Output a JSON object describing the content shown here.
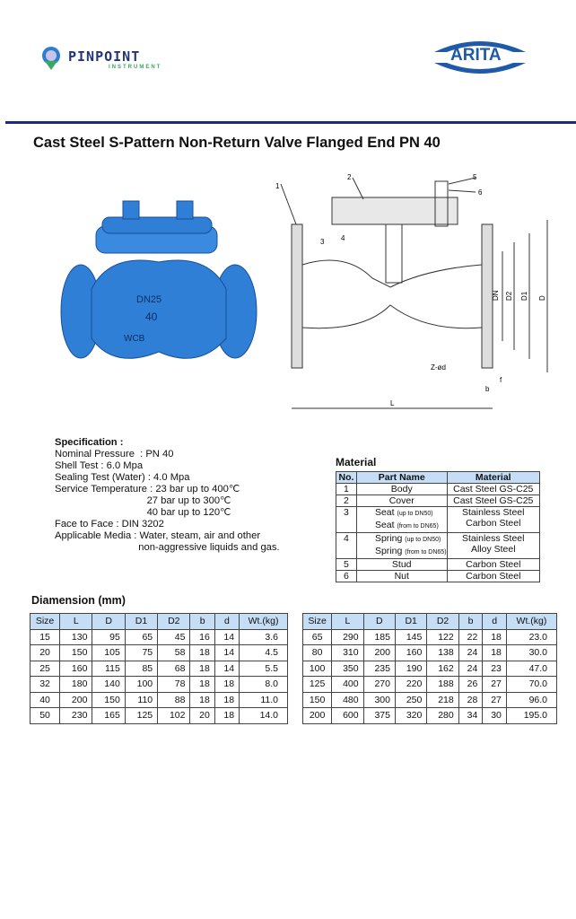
{
  "header": {
    "brand_left": "PINPOINT",
    "brand_left_sub": "INSTRUMENT",
    "brand_right": "ARITA"
  },
  "title": "Cast Steel S-Pattern Non-Return Valve Flanged End PN 40",
  "photo": {
    "markings": [
      "DN25",
      "40",
      "WCB"
    ]
  },
  "drawing": {
    "callouts": [
      "1",
      "2",
      "3",
      "4",
      "5",
      "6"
    ],
    "dims": [
      "DN",
      "D2",
      "D1",
      "D",
      "L",
      "b",
      "f",
      "Z-ød"
    ]
  },
  "spec": {
    "heading": "Specification :",
    "lines": [
      "Nominal Pressure  : PN 40",
      "Shell Test : 6.0 Mpa",
      "Sealing Test (Water) : 4.0 Mpa",
      "Service Temperature : 23 bar up to 400℃",
      "                                 27 bar up to 300℃",
      "                                 40 bar up to 120℃",
      "Face to Face : DIN 3202",
      "Applicable Media : Water, steam, air and other",
      "                              non-aggressive liquids and gas."
    ]
  },
  "material": {
    "title": "Material",
    "headers": [
      "No.",
      "Part Name",
      "Material"
    ],
    "rows": [
      {
        "no": "1",
        "name": "Body",
        "note": "",
        "name2": "",
        "note2": "",
        "mat": "Cast Steel GS-C25",
        "mat2": ""
      },
      {
        "no": "2",
        "name": "Cover",
        "note": "",
        "name2": "",
        "note2": "",
        "mat": "Cast Steel GS-C25",
        "mat2": ""
      },
      {
        "no": "3",
        "name": "Seat",
        "note": "(up to DN50)",
        "name2": "Seat",
        "note2": "(from to DN65)",
        "mat": "Stainless Steel",
        "mat2": "Carbon Steel"
      },
      {
        "no": "4",
        "name": "Spring",
        "note": "(up to DN50)",
        "name2": "Spring",
        "note2": "(from to DN65)",
        "mat": "Stainless Steel",
        "mat2": "Alloy Steel"
      },
      {
        "no": "5",
        "name": "Stud",
        "note": "",
        "name2": "",
        "note2": "",
        "mat": "Carbon Steel",
        "mat2": ""
      },
      {
        "no": "6",
        "name": "Nut",
        "note": "",
        "name2": "",
        "note2": "",
        "mat": "Carbon Steel",
        "mat2": ""
      }
    ]
  },
  "dimension": {
    "title": "Diamension (mm)",
    "headers": [
      "Size",
      "L",
      "D",
      "D1",
      "D2",
      "b",
      "d",
      "Wt.(kg)"
    ],
    "left": [
      [
        "15",
        "130",
        "95",
        "65",
        "45",
        "16",
        "14",
        "3.6"
      ],
      [
        "20",
        "150",
        "105",
        "75",
        "58",
        "18",
        "14",
        "4.5"
      ],
      [
        "25",
        "160",
        "115",
        "85",
        "68",
        "18",
        "14",
        "5.5"
      ],
      [
        "32",
        "180",
        "140",
        "100",
        "78",
        "18",
        "18",
        "8.0"
      ],
      [
        "40",
        "200",
        "150",
        "110",
        "88",
        "18",
        "18",
        "11.0"
      ],
      [
        "50",
        "230",
        "165",
        "125",
        "102",
        "20",
        "18",
        "14.0"
      ]
    ],
    "right": [
      [
        "65",
        "290",
        "185",
        "145",
        "122",
        "22",
        "18",
        "23.0"
      ],
      [
        "80",
        "310",
        "200",
        "160",
        "138",
        "24",
        "18",
        "30.0"
      ],
      [
        "100",
        "350",
        "235",
        "190",
        "162",
        "24",
        "23",
        "47.0"
      ],
      [
        "125",
        "400",
        "270",
        "220",
        "188",
        "26",
        "27",
        "70.0"
      ],
      [
        "150",
        "480",
        "300",
        "250",
        "218",
        "28",
        "27",
        "96.0"
      ],
      [
        "200",
        "600",
        "375",
        "320",
        "280",
        "34",
        "30",
        "195.0"
      ]
    ]
  },
  "colors": {
    "rule": "#1c2a86",
    "table_header": "#c6ddf6",
    "valve_blue": "#2f7fd6",
    "arita_blue": "#1e5aa8"
  }
}
